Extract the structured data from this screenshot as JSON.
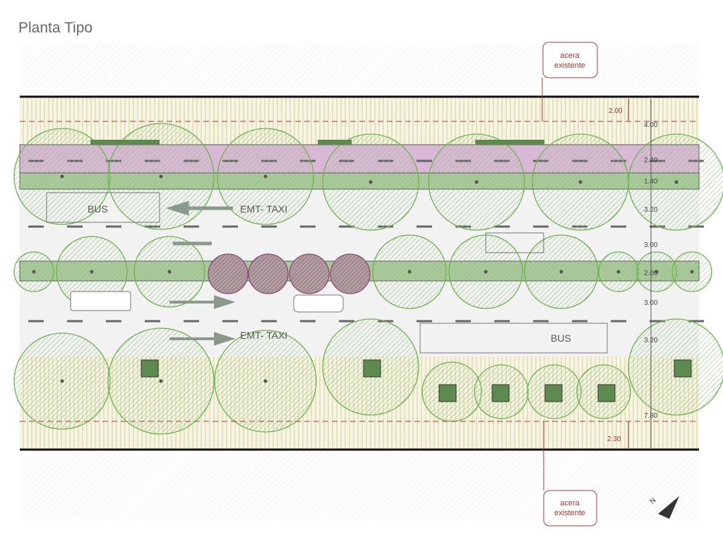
{
  "title": "Planta Tipo",
  "callouts": {
    "top": [
      "acera",
      "existente"
    ],
    "bottom": [
      "acera",
      "existente"
    ]
  },
  "red_dims": {
    "top": "2.00",
    "bottom": "2.30"
  },
  "dims": [
    "4.00",
    "2.40",
    "1.40",
    "3.20",
    "3.00",
    "2.00",
    "3.00",
    "3.20",
    "7.80"
  ],
  "lane_labels": {
    "bus_top": "BUS",
    "emt_top": "EMT- TAXI",
    "emt_bottom": "EMT- TAXI",
    "bus_bottom": "BUS"
  },
  "colors": {
    "purple": "#d9b8d6",
    "green": "#a9c99a",
    "dark_green": "#5d8a4f",
    "red": "#b03a3a",
    "sidewalk": "#f1efd8"
  }
}
